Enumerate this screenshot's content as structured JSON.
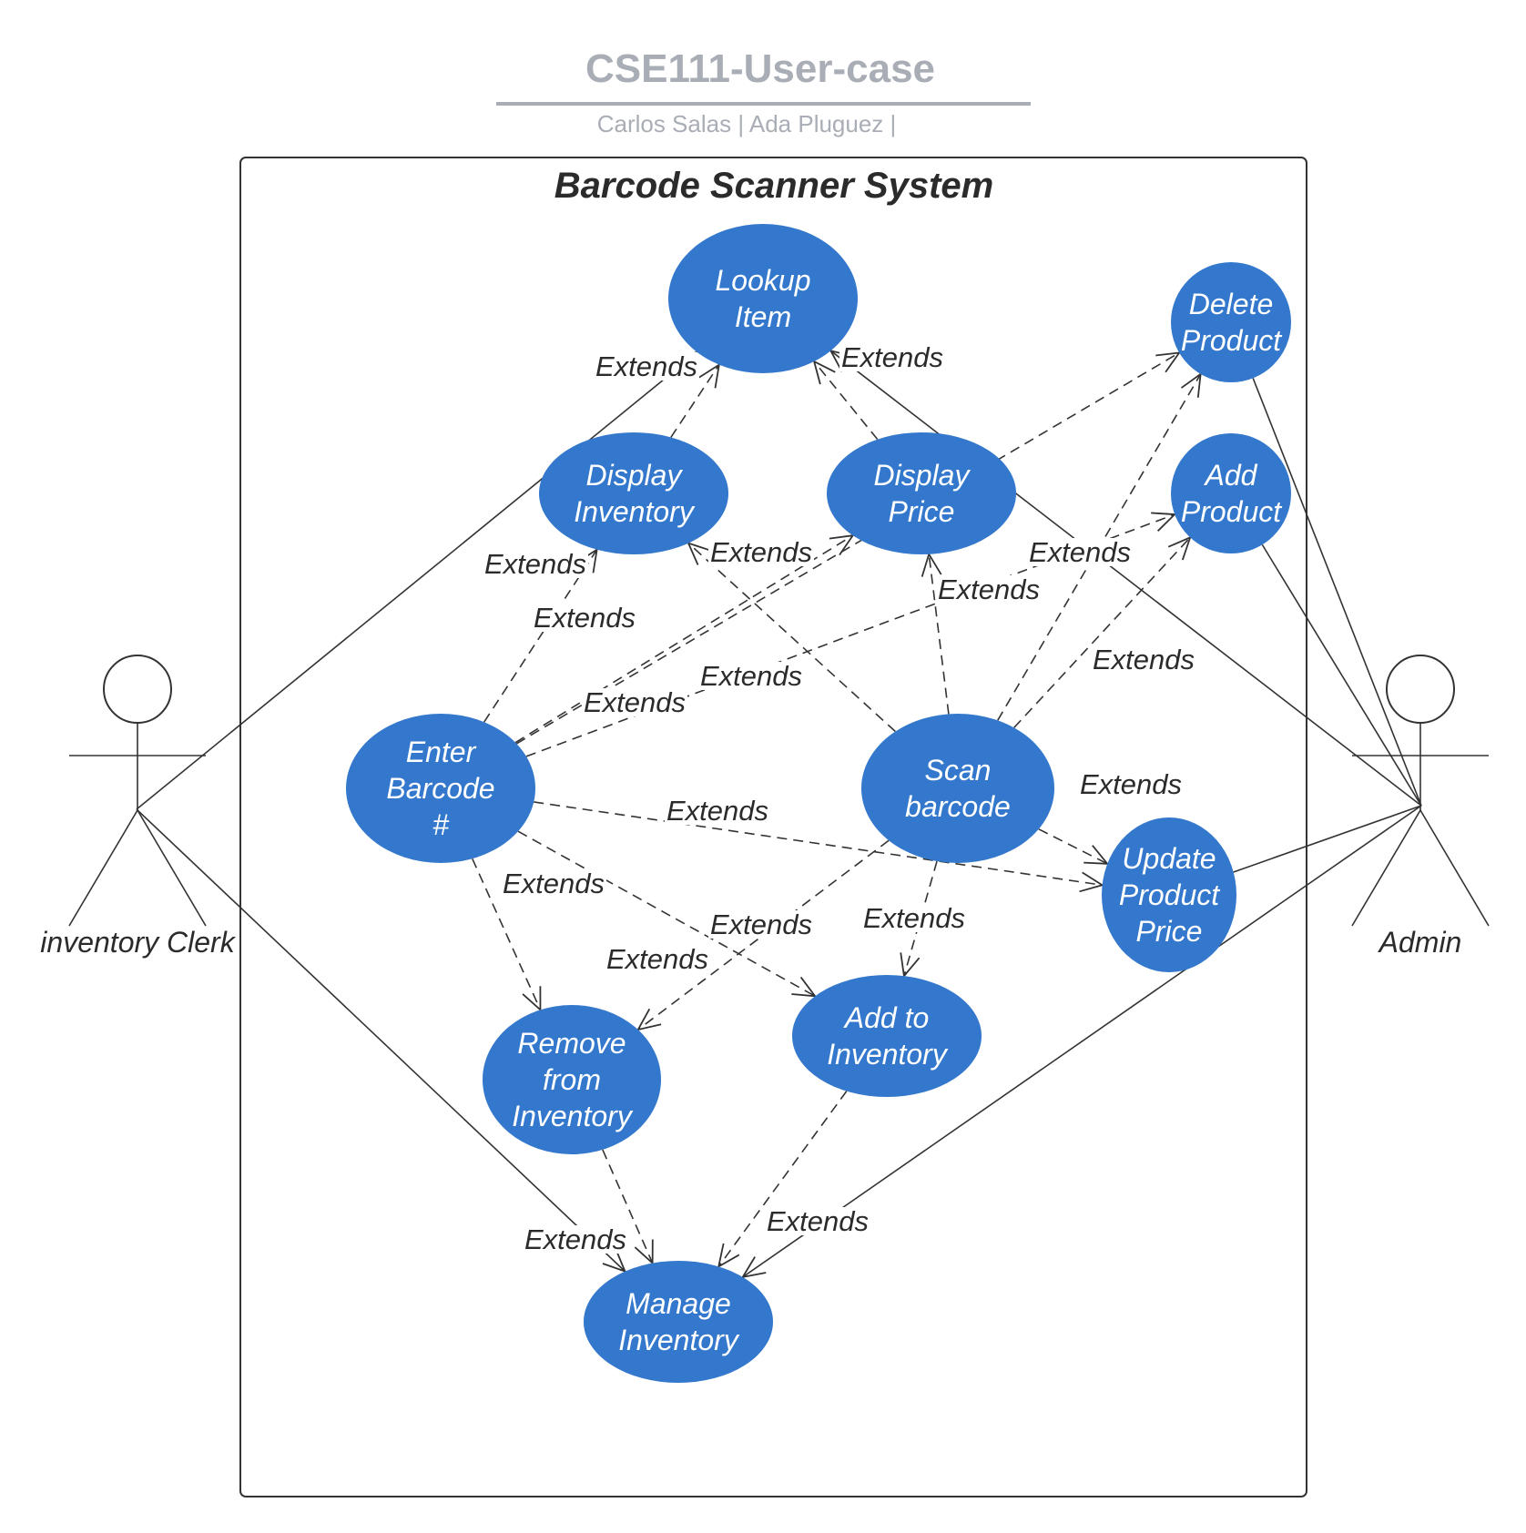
{
  "header": {
    "title": "CSE111-User-case",
    "authors": "Carlos Salas | Ada Pluguez  |"
  },
  "system": {
    "title": "Barcode Scanner System"
  },
  "colors": {
    "usecase_fill": "#3378cc",
    "line": "#333333",
    "title": "#a9adb5"
  },
  "actors": [
    {
      "id": "clerk",
      "label": "inventory Clerk"
    },
    {
      "id": "admin",
      "label": "Admin"
    }
  ],
  "use_cases": [
    {
      "id": "lookup",
      "lines": [
        "Lookup",
        "Item"
      ]
    },
    {
      "id": "delete",
      "lines": [
        "Delete",
        "Product"
      ]
    },
    {
      "id": "dispinv",
      "lines": [
        "Display",
        "Inventory"
      ]
    },
    {
      "id": "dispprice",
      "lines": [
        "Display",
        "Price"
      ]
    },
    {
      "id": "add",
      "lines": [
        "Add",
        "Product"
      ]
    },
    {
      "id": "enter",
      "lines": [
        "Enter",
        "Barcode",
        "#"
      ]
    },
    {
      "id": "scan",
      "lines": [
        "Scan",
        "barcode"
      ]
    },
    {
      "id": "update",
      "lines": [
        "Update",
        "Product",
        "Price"
      ]
    },
    {
      "id": "remove",
      "lines": [
        "Remove",
        "from",
        "Inventory"
      ]
    },
    {
      "id": "addinv",
      "lines": [
        "Add to",
        "Inventory"
      ]
    },
    {
      "id": "manage",
      "lines": [
        "Manage",
        "Inventory"
      ]
    }
  ],
  "relation_label": "Extends",
  "relations": [
    {
      "from": "dispinv",
      "to": "lookup",
      "type": "extends"
    },
    {
      "from": "dispprice",
      "to": "lookup",
      "type": "extends"
    },
    {
      "from": "enter",
      "to": "dispinv",
      "type": "extends"
    },
    {
      "from": "enter",
      "to": "dispprice",
      "type": "extends"
    },
    {
      "from": "enter",
      "to": "delete",
      "type": "extends"
    },
    {
      "from": "enter",
      "to": "add",
      "type": "extends"
    },
    {
      "from": "enter",
      "to": "update",
      "type": "extends"
    },
    {
      "from": "enter",
      "to": "remove",
      "type": "extends"
    },
    {
      "from": "enter",
      "to": "addinv",
      "type": "extends"
    },
    {
      "from": "scan",
      "to": "dispinv",
      "type": "extends"
    },
    {
      "from": "scan",
      "to": "dispprice",
      "type": "extends"
    },
    {
      "from": "scan",
      "to": "delete",
      "type": "extends"
    },
    {
      "from": "scan",
      "to": "add",
      "type": "extends"
    },
    {
      "from": "scan",
      "to": "update",
      "type": "extends"
    },
    {
      "from": "scan",
      "to": "remove",
      "type": "extends"
    },
    {
      "from": "scan",
      "to": "addinv",
      "type": "extends"
    },
    {
      "from": "remove",
      "to": "manage",
      "type": "extends"
    },
    {
      "from": "addinv",
      "to": "manage",
      "type": "extends"
    },
    {
      "from": "clerk",
      "to": "lookup",
      "type": "association"
    },
    {
      "from": "clerk",
      "to": "manage",
      "type": "association"
    },
    {
      "from": "admin",
      "to": "lookup",
      "type": "association"
    },
    {
      "from": "admin",
      "to": "delete",
      "type": "association"
    },
    {
      "from": "admin",
      "to": "add",
      "type": "association"
    },
    {
      "from": "admin",
      "to": "update",
      "type": "association"
    },
    {
      "from": "admin",
      "to": "manage",
      "type": "association"
    }
  ]
}
